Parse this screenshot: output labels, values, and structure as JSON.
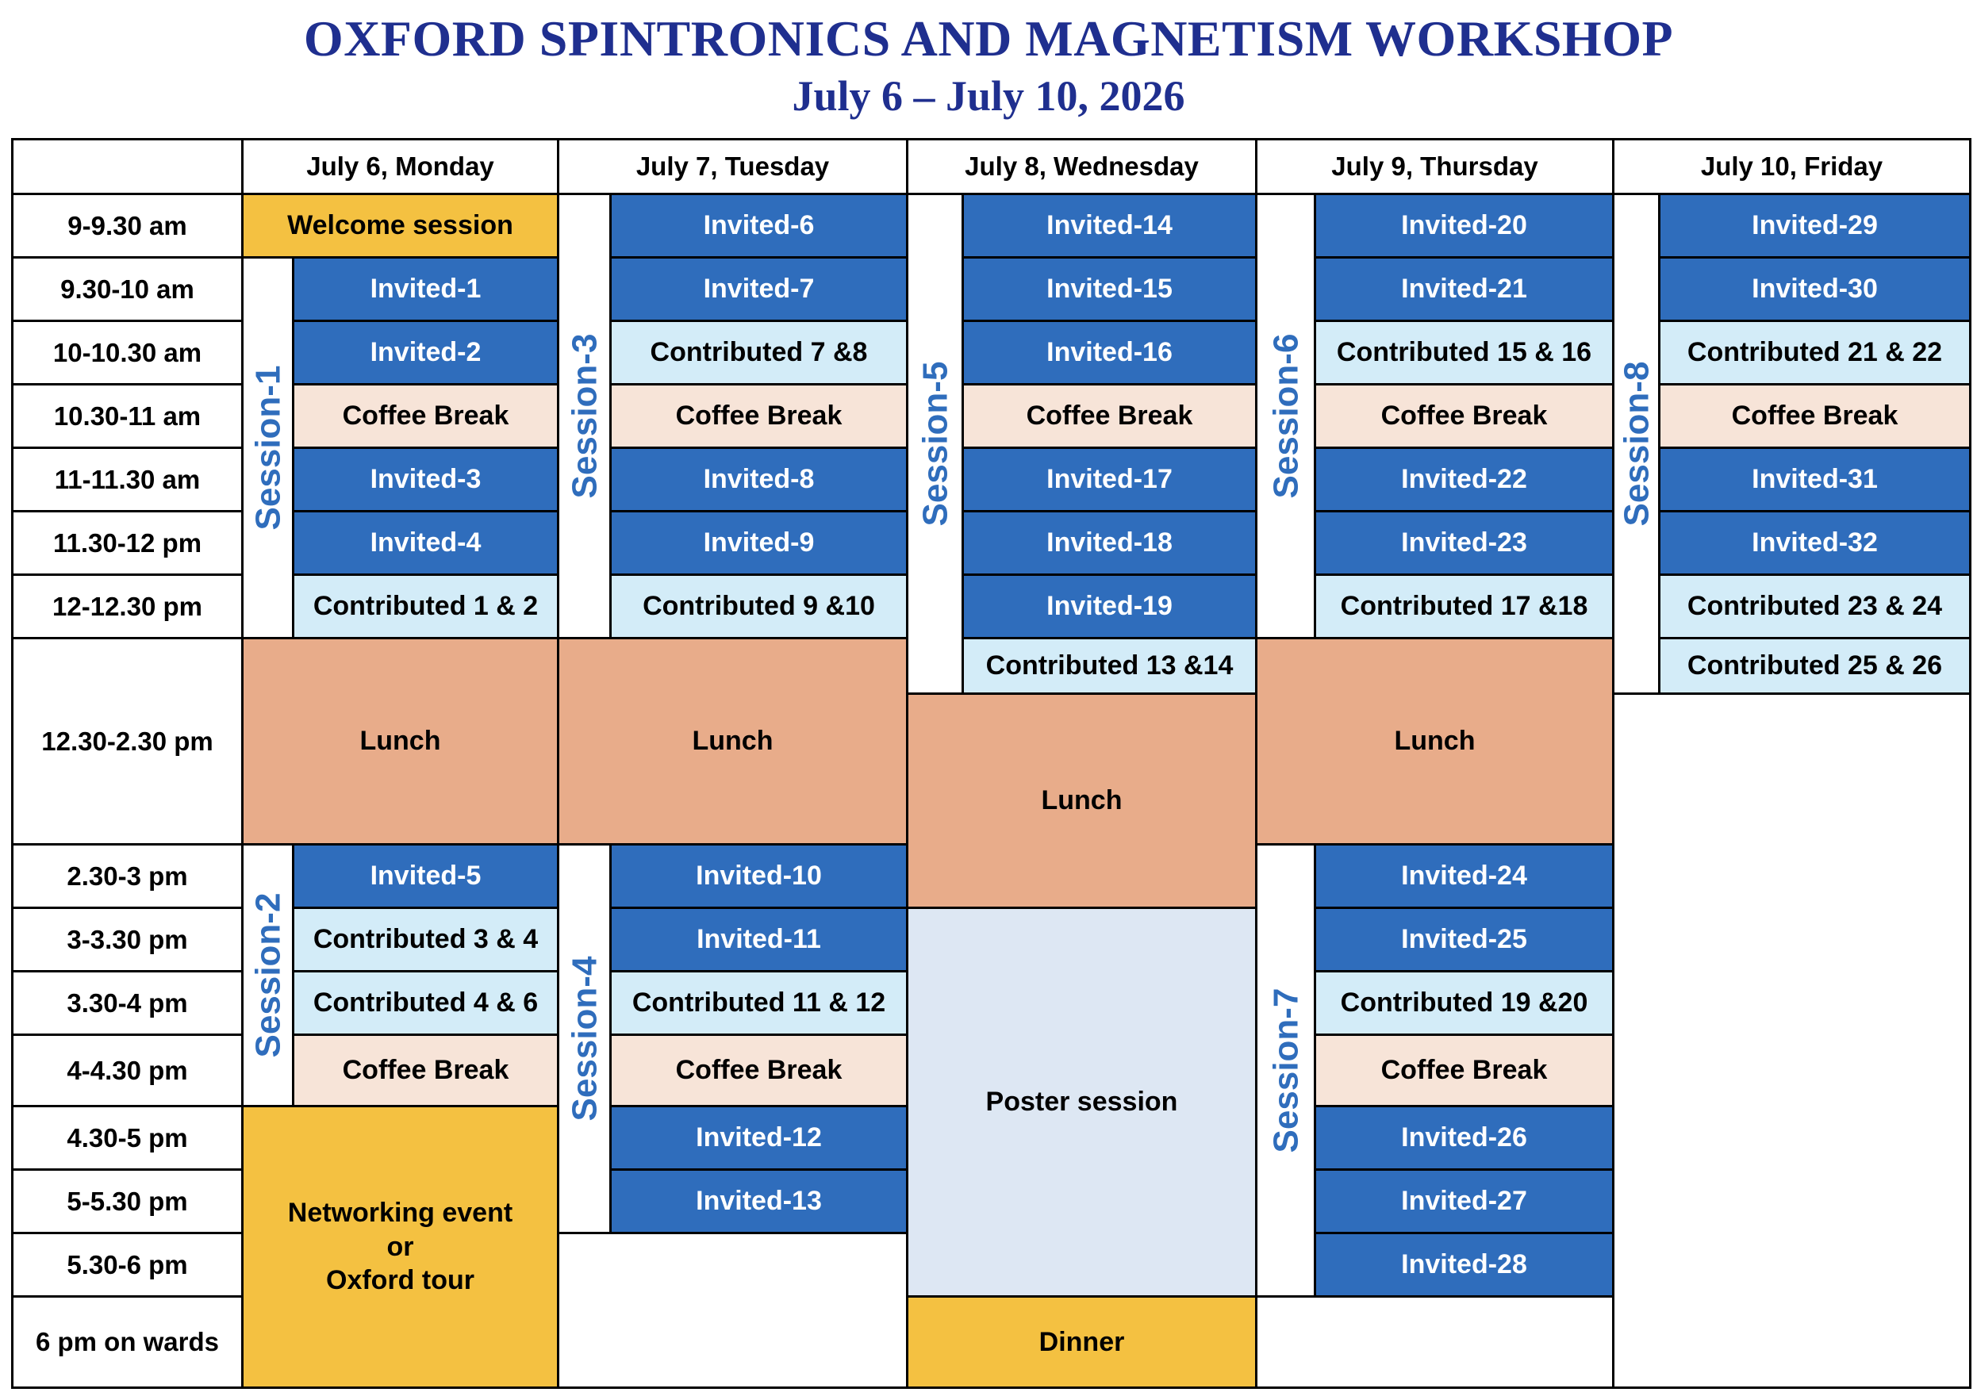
{
  "title": "OXFORD  SPINTRONICS AND MAGNETISM WORKSHOP",
  "subtitle": "July 6 – July 10, 2026",
  "days": [
    "July 6, Monday",
    "July 7, Tuesday",
    "July 8, Wednesday",
    "July 9, Thursday",
    "July 10, Friday"
  ],
  "times": [
    "9-9.30 am",
    "9.30-10 am",
    "10-10.30 am",
    "10.30-11 am",
    "11-11.30 am",
    "11.30-12 pm",
    "12-12.30 pm",
    "12.30-2.30 pm",
    "2.30-3 pm",
    "3-3.30 pm",
    "3.30-4 pm",
    "4-4.30 pm",
    "4.30-5 pm",
    "5-5.30 pm",
    "5.30-6 pm",
    "6 pm on wards"
  ],
  "sessions": [
    "Session-1",
    "Session-2",
    "Session-3",
    "Session-4",
    "Session-5",
    "Session-6",
    "Session-7",
    "Session-8"
  ],
  "events": {
    "welcome": "Welcome session",
    "coffee": "Coffee Break",
    "lunch": "Lunch",
    "networking": [
      "Networking event",
      "or",
      "Oxford tour"
    ],
    "poster": "Poster session",
    "dinner": "Dinner"
  },
  "talks": {
    "invited": [
      "Invited-1",
      "Invited-2",
      "Invited-3",
      "Invited-4",
      "Invited-5",
      "Invited-6",
      "Invited-7",
      "Invited-8",
      "Invited-9",
      "Invited-10",
      "Invited-11",
      "Invited-12",
      "Invited-13",
      "Invited-14",
      "Invited-15",
      "Invited-16",
      "Invited-17",
      "Invited-18",
      "Invited-19",
      "Invited-20",
      "Invited-21",
      "Invited-22",
      "Invited-23",
      "Invited-24",
      "Invited-25",
      "Invited-26",
      "Invited-27",
      "Invited-28",
      "Invited-29",
      "Invited-30",
      "Invited-31",
      "Invited-32"
    ],
    "contributed": [
      "Contributed 1 & 2",
      "Contributed 3 & 4",
      "Contributed 4 & 6",
      "Contributed 7 &8",
      "Contributed 9 &10",
      "Contributed 11 & 12",
      "Contributed 13 &14",
      "Contributed 15 & 16",
      "Contributed 17 &18",
      "Contributed 19 &20",
      "Contributed 21 & 22",
      "Contributed 23 & 24",
      "Contributed 25 & 26"
    ]
  },
  "colors": {
    "title": "#1f2f8f",
    "invited": "#2f6dbc",
    "contributed": "#d3ecf8",
    "coffee": "#f7e4d8",
    "lunch": "#e8ac8a",
    "highlight": "#f4c141",
    "poster": "#dde7f3",
    "session_label": "#2f6dbc"
  }
}
